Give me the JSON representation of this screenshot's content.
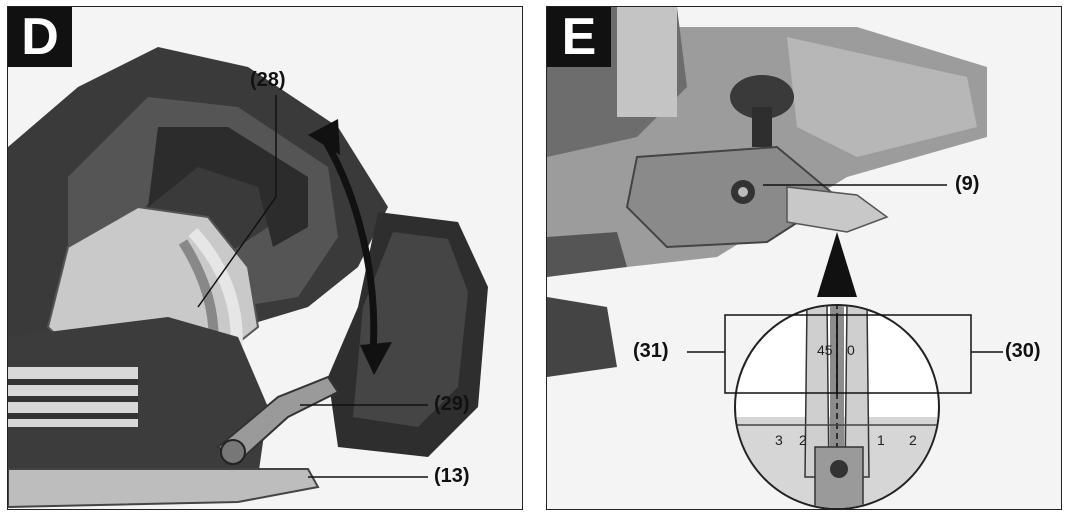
{
  "panel_d": {
    "badge": "D",
    "callouts": {
      "c28": "(28)",
      "c29": "(29)",
      "c13": "(13)"
    }
  },
  "panel_e": {
    "badge": "E",
    "callouts": {
      "c9": "(9)",
      "c31": "(31)",
      "c30": "(30)"
    },
    "inset": {
      "label_45": "45",
      "label_0": "0",
      "scale_left": [
        "3",
        "2"
      ],
      "scale_right": [
        "1",
        "2"
      ]
    }
  }
}
